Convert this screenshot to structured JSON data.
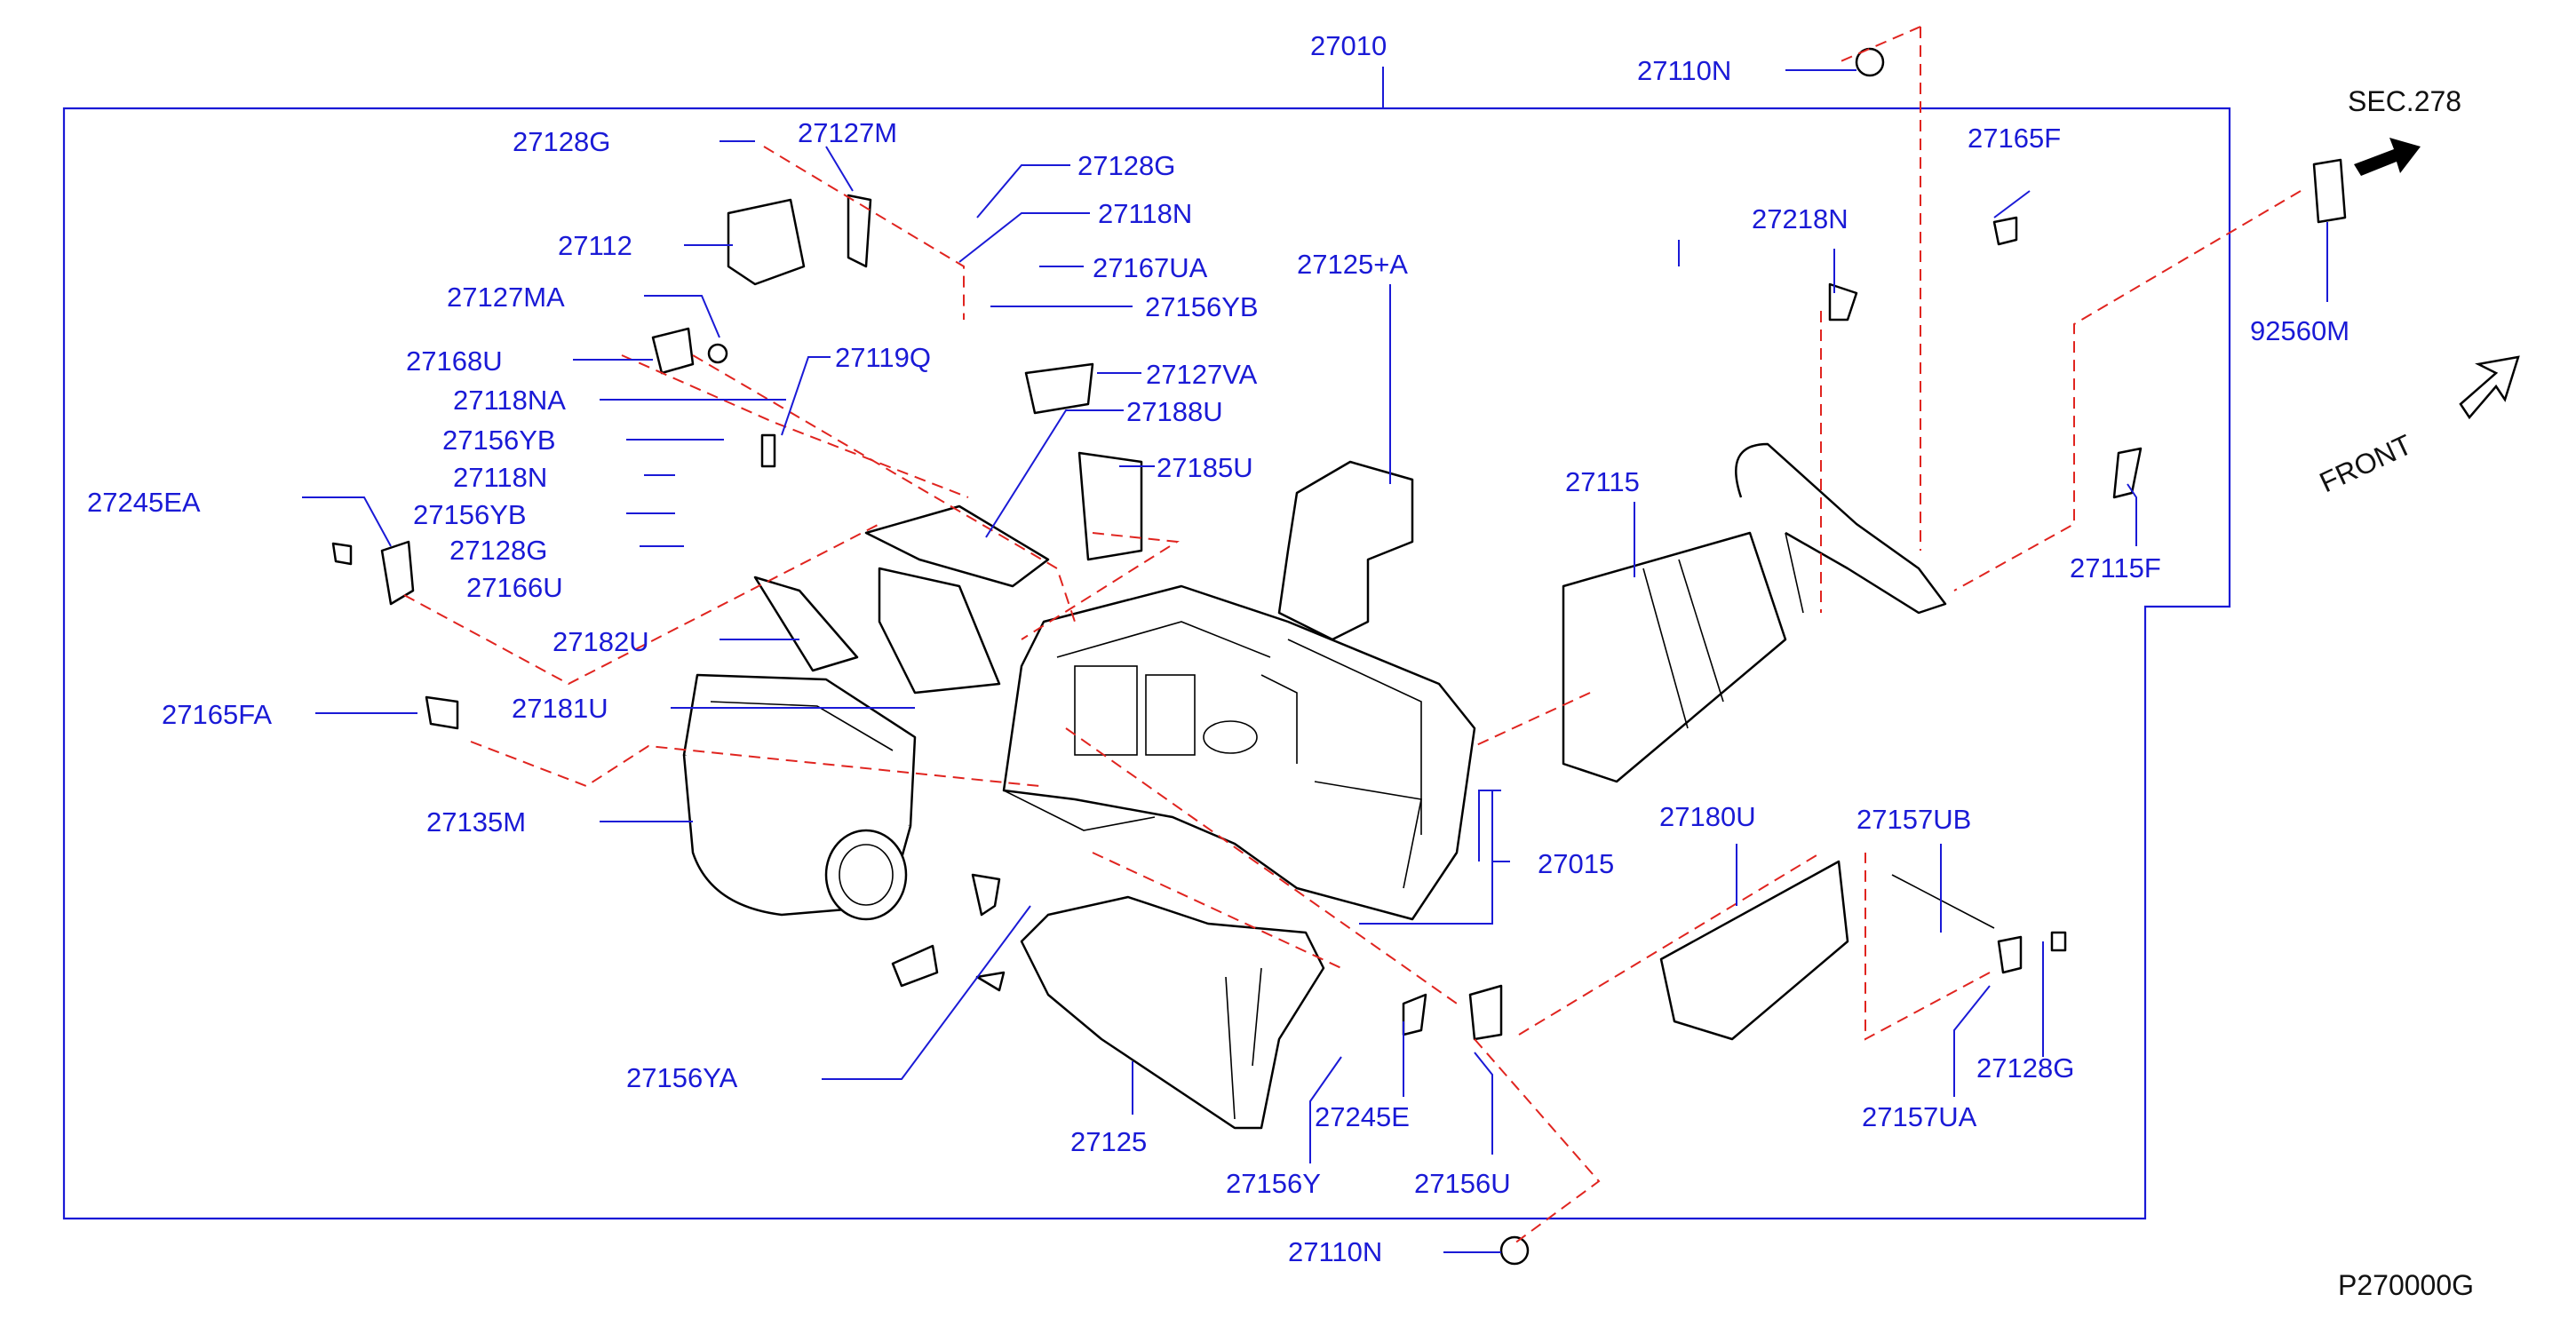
{
  "diagram": {
    "reference_code": "P270000G",
    "section_ref": "SEC.278",
    "front_label": "FRONT",
    "colors": {
      "label": "#1a1ad6",
      "leader": "#1a1ad6",
      "dash": "#e0241f",
      "part": "#000000"
    },
    "callouts": [
      "27010",
      "27110N",
      "27110N",
      "27127M",
      "27128G",
      "27112",
      "27128G",
      "27118N",
      "27167UA",
      "27156YB",
      "27125+A",
      "27127MA",
      "27168U",
      "27119Q",
      "27127VA",
      "27118NA",
      "27156YB",
      "27188U",
      "27185U",
      "27118N",
      "27156YB",
      "27245EA",
      "27128G",
      "27166U",
      "27182U",
      "27181U",
      "27165FA",
      "27135M",
      "27115",
      "27218N",
      "27165F",
      "92560M",
      "27115F",
      "27015",
      "27180U",
      "27157UB",
      "27128G",
      "27157UA",
      "27156YA",
      "27125",
      "27245E",
      "27156Y",
      "27156U"
    ]
  }
}
